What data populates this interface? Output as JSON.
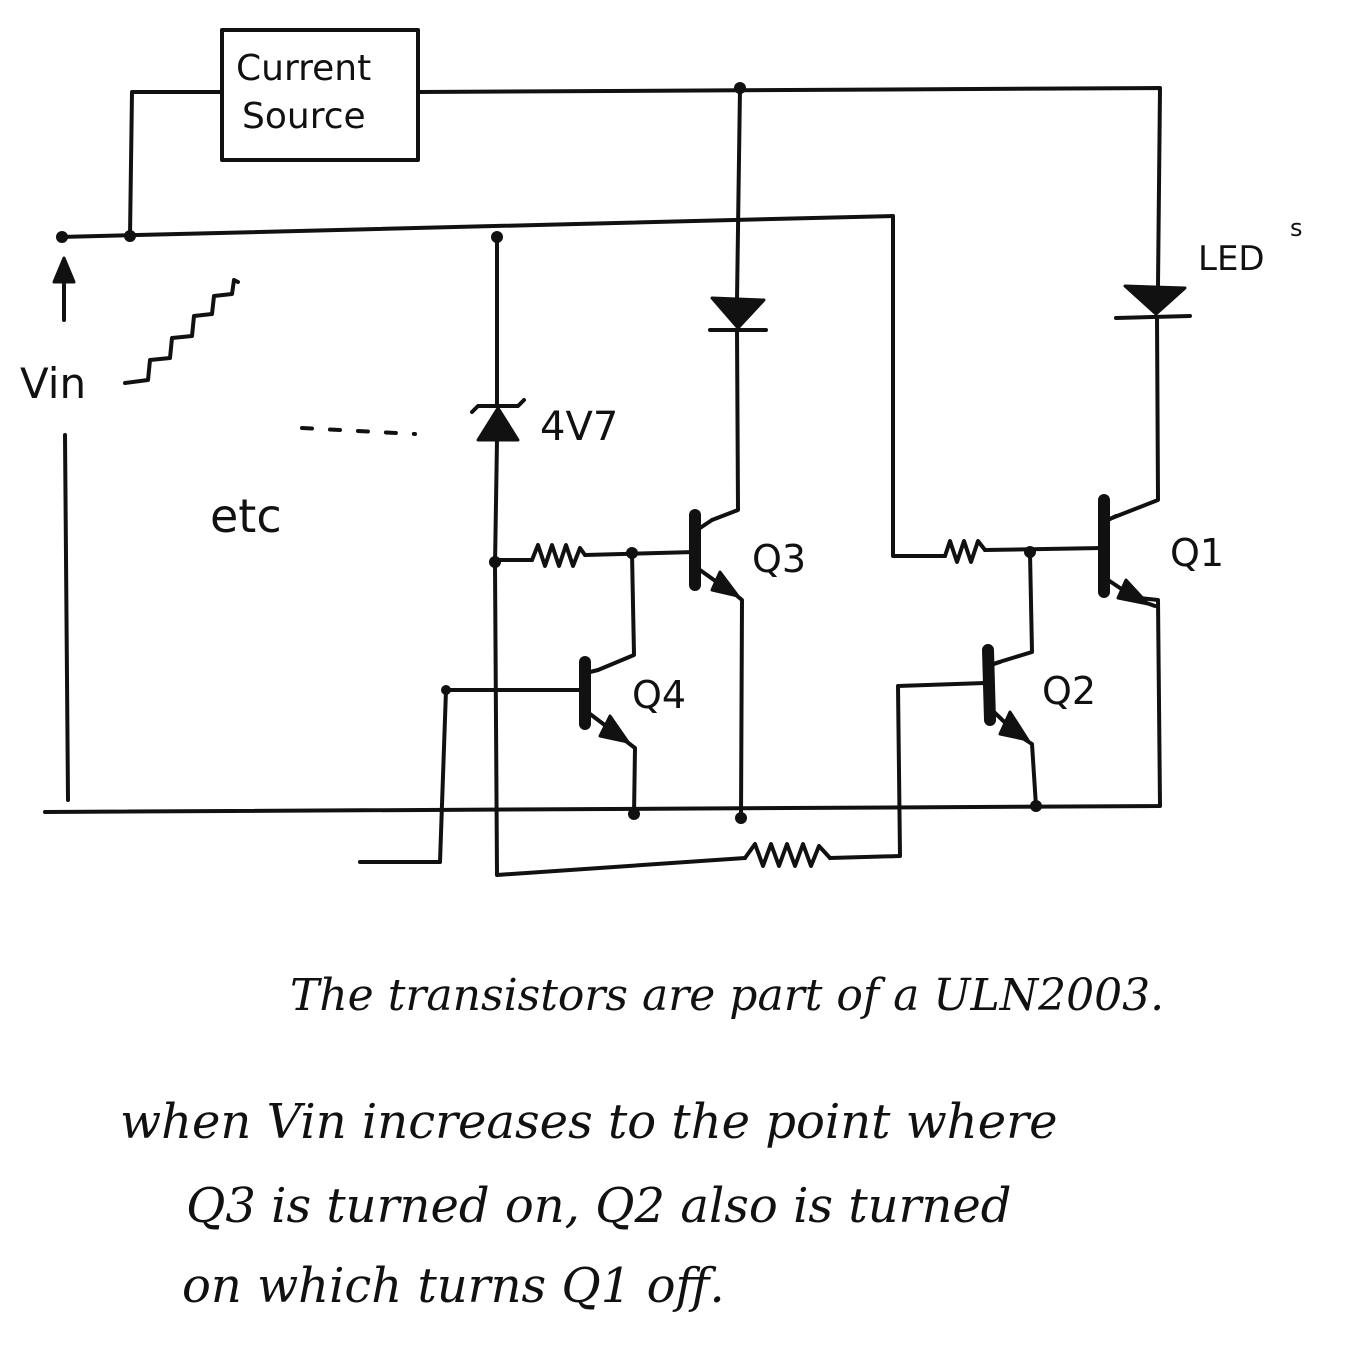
{
  "diagram": {
    "blocks": {
      "current_source": [
        "Current",
        "Source"
      ]
    },
    "labels": {
      "vin": "Vin",
      "etc": "etc",
      "zener": "4V7",
      "leds": "LED",
      "leds_superscript": "s",
      "q1": "Q1",
      "q2": "Q2",
      "q3": "Q3",
      "q4": "Q4"
    },
    "notes": [
      "The transistors are part of a ULN2003.",
      "when Vin increases to the point where",
      "Q3 is turned on,  Q2 also is turned",
      "on which turns Q1 off."
    ]
  }
}
